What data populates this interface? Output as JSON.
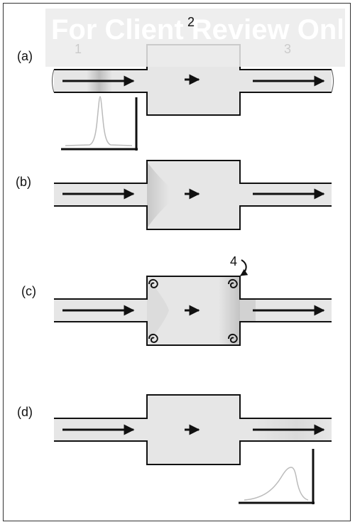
{
  "panels": [
    {
      "label": "(a)"
    },
    {
      "label": "(b)"
    },
    {
      "label": "(c)"
    },
    {
      "label": "(d)"
    }
  ],
  "numbers": {
    "inlet": "1",
    "chamber": "2",
    "outlet": "3",
    "vortex": "4"
  },
  "watermark": "For Client Review Only. All"
}
